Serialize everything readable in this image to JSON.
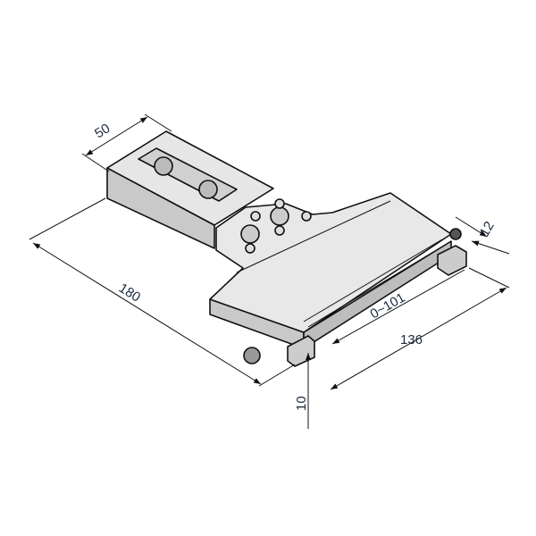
{
  "drawing": {
    "dimensions": {
      "width_block": "50",
      "total_length": "180",
      "stop_width": "12",
      "stroke_range": "0~101",
      "plate_length": "136",
      "thickness": "10"
    },
    "colors": {
      "face_top": "#e4e4e4",
      "face_side": "#c8c8c8",
      "line": "#111111",
      "text": "#1a2a40"
    }
  }
}
